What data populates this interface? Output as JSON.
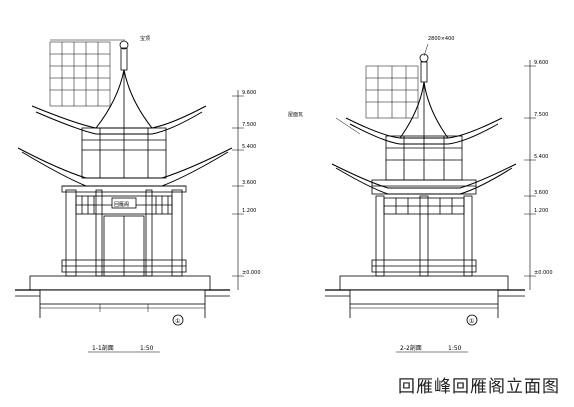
{
  "caption": "回雁峰回雁阁立面图",
  "left_elevation": {
    "title": "1-1剖面",
    "scale": "1:50",
    "axis_label": "①",
    "top_note": "宝顶",
    "plaque": "回雁阁"
  },
  "right_elevation": {
    "title": "2-2剖面",
    "scale": "1:50",
    "axis_label": "①",
    "top_note": "2800×400",
    "side_note": "屋面瓦"
  },
  "levels_left": [
    "±0.000",
    "1.200",
    "3.600",
    "5.400",
    "7.500",
    "9.600"
  ],
  "levels_right": [
    "±0.000",
    "1.200",
    "3.600",
    "5.400",
    "7.500",
    "9.600"
  ]
}
